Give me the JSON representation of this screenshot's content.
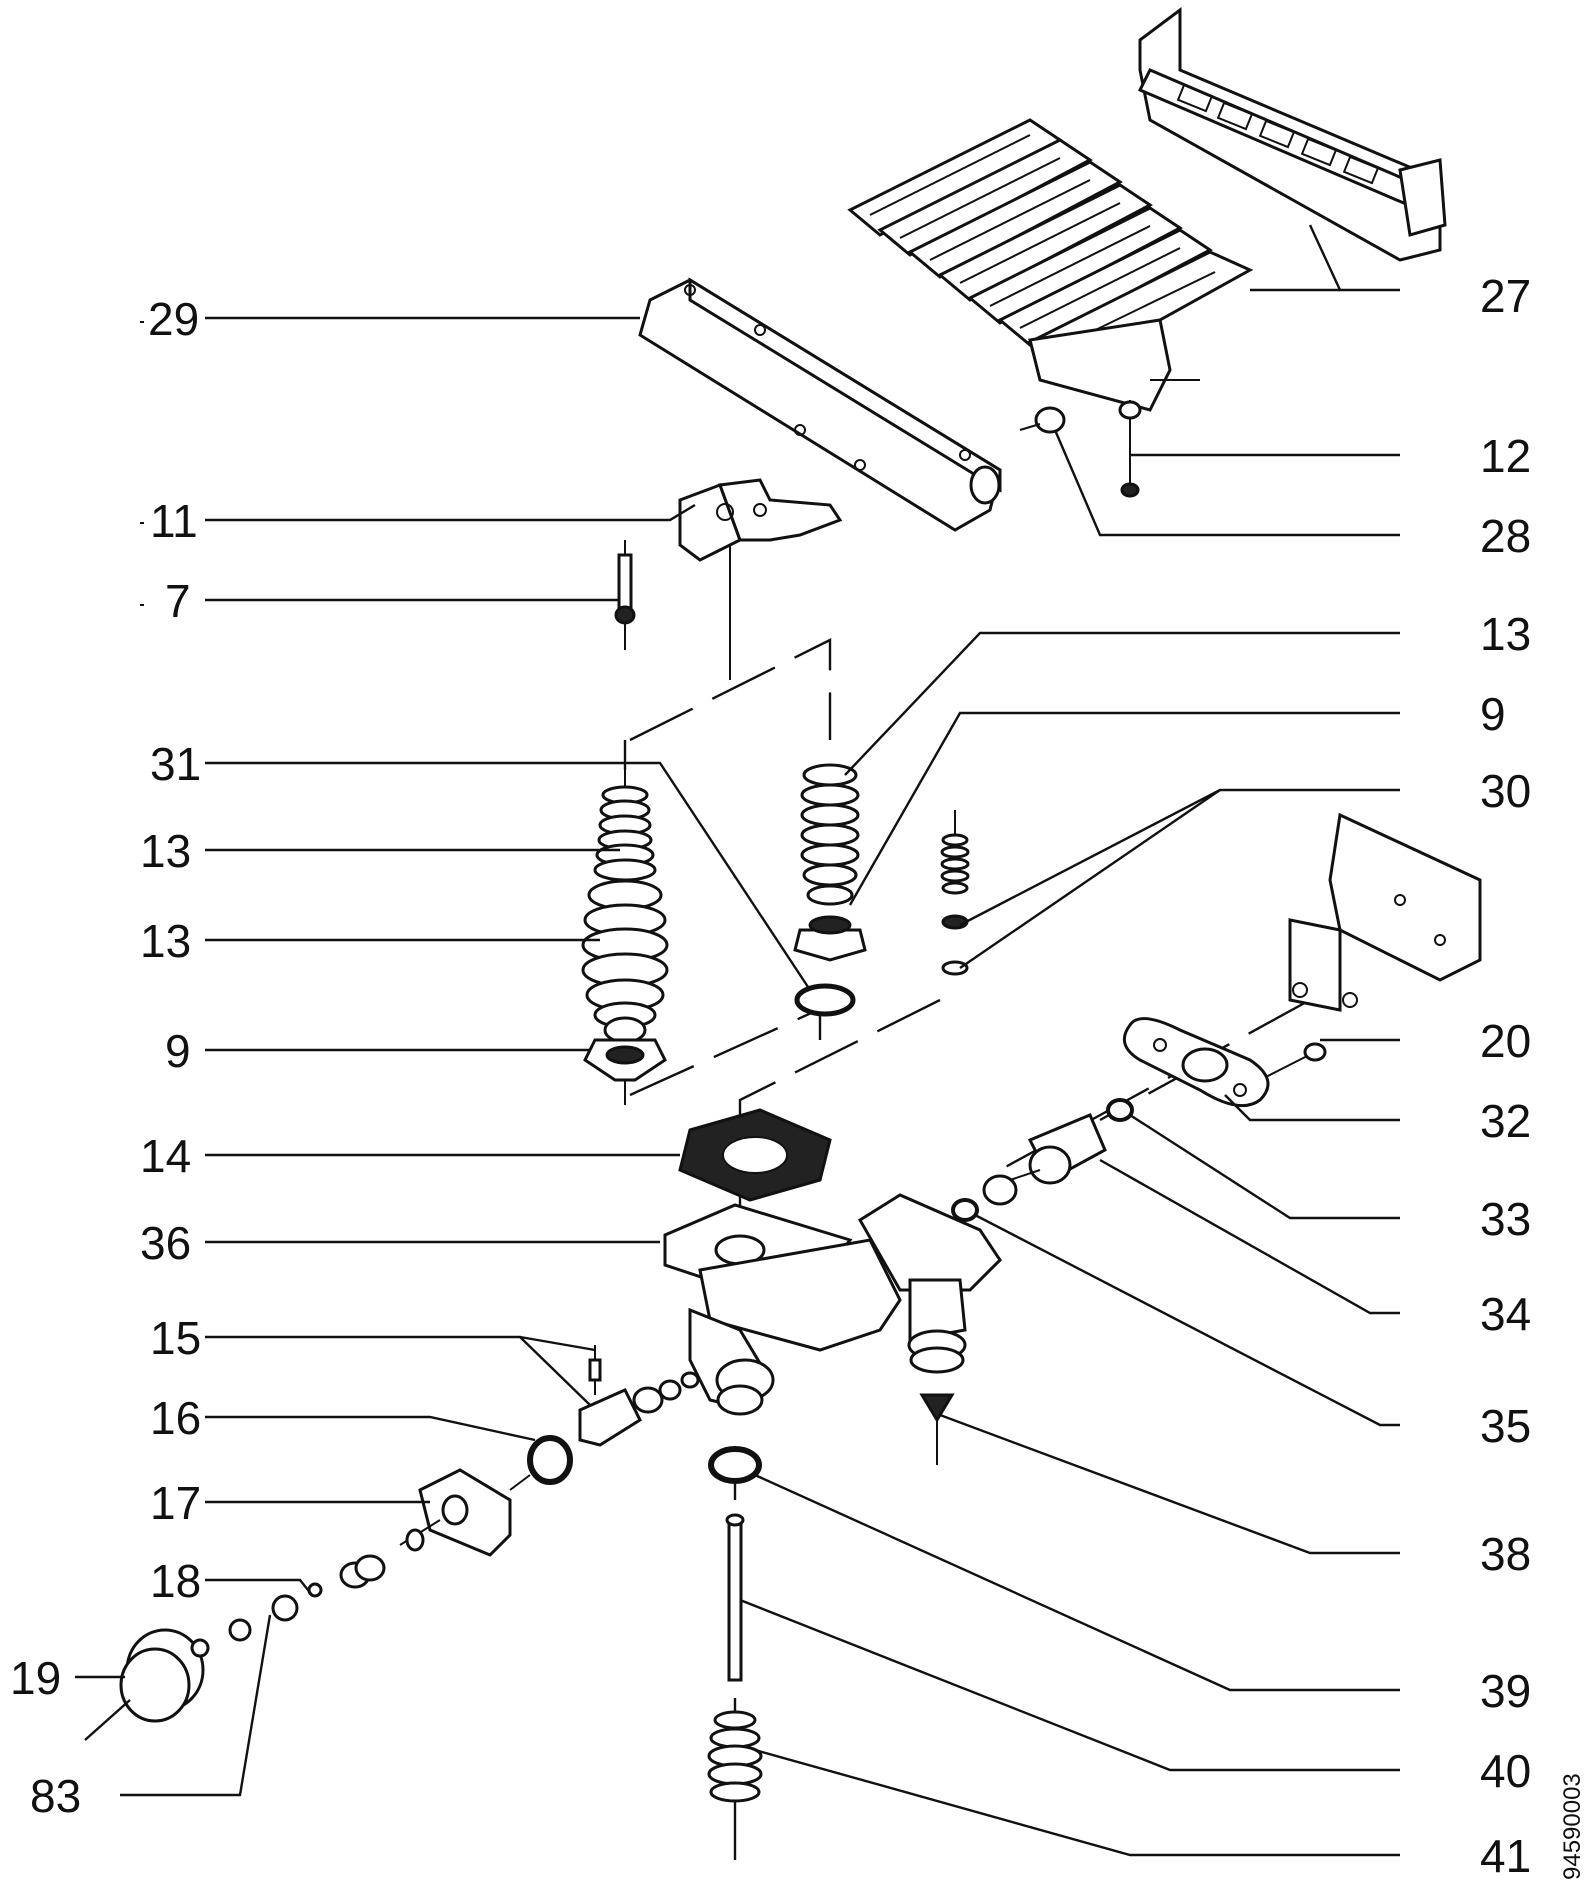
{
  "figure": {
    "code": "94590003",
    "labels": {
      "l27": "27",
      "l29": "29",
      "l12": "12",
      "l28": "28",
      "l11": "11",
      "l7": "7",
      "l13a": "13",
      "l9a": "9",
      "l31": "31",
      "l30": "30",
      "l13b": "13",
      "l13c": "13",
      "l9b": "9",
      "l20": "20",
      "l32": "32",
      "l14": "14",
      "l33": "33",
      "l36": "36",
      "l34": "34",
      "l15": "15",
      "l35": "35",
      "l16": "16",
      "l17": "17",
      "l38": "38",
      "l18": "18",
      "l19": "19",
      "l39": "39",
      "l40": "40",
      "l83": "83",
      "l41": "41"
    }
  }
}
